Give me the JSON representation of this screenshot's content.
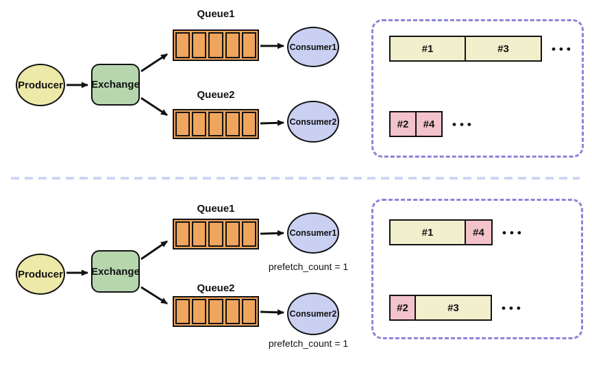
{
  "colors": {
    "outline": "#111111",
    "producer_fill": "#ede9a8",
    "exchange_fill": "#b6d6ae",
    "queue_fill": "#f0a55e",
    "consumer_fill": "#c9d0f2",
    "msg_yellow": "#f2efcd",
    "msg_pink": "#f2c3ca",
    "box_border": "#8a85d8",
    "divider": "#ccd6f2"
  },
  "ellipsis": "•••",
  "top": {
    "producer": "Producer",
    "exchange": "Exchange",
    "queue1": "Queue1",
    "queue2": "Queue2",
    "consumer1": "Consumer1",
    "consumer2": "Consumer2",
    "box": {
      "row1": [
        {
          "label": "#1"
        },
        {
          "label": "#3"
        }
      ],
      "row2": [
        {
          "label": "#2"
        },
        {
          "label": "#4"
        }
      ]
    }
  },
  "bottom": {
    "producer": "Producer",
    "exchange": "Exchange",
    "queue1": "Queue1",
    "queue2": "Queue2",
    "consumer1": "Consumer1",
    "consumer2": "Consumer2",
    "prefetch_note": "prefetch_count = 1",
    "box": {
      "row1": [
        {
          "label": "#1"
        },
        {
          "label": "#4"
        }
      ],
      "row2": [
        {
          "label": "#2"
        },
        {
          "label": "#3"
        }
      ]
    }
  }
}
